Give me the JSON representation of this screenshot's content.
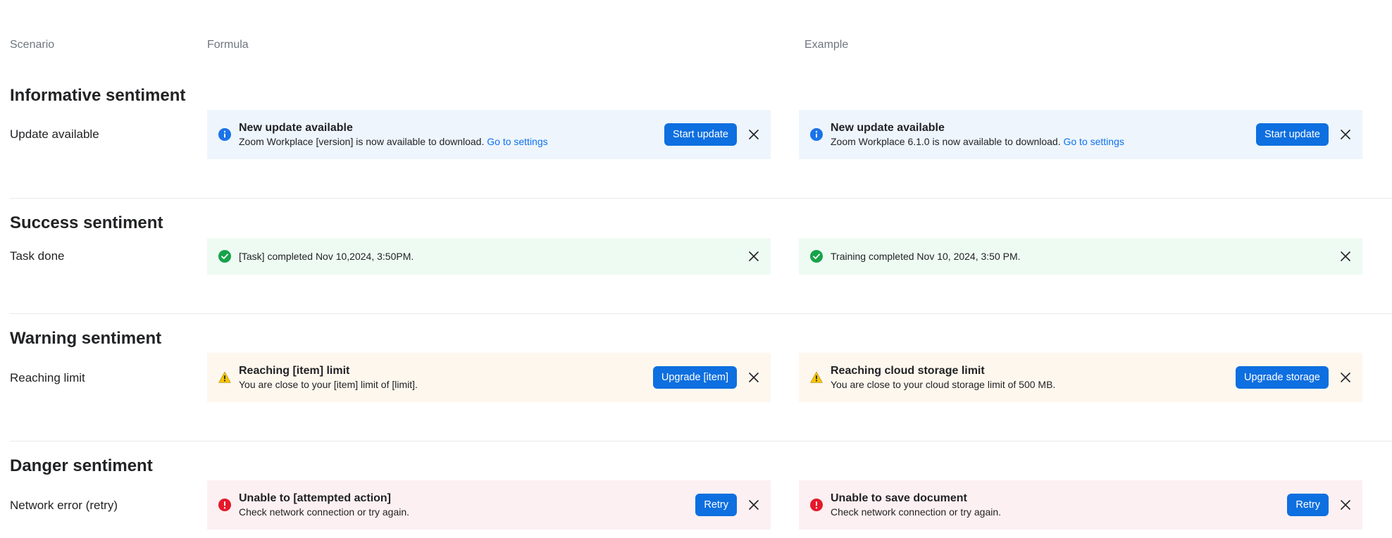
{
  "columns": {
    "scenario": "Scenario",
    "formula": "Formula",
    "example": "Example"
  },
  "colors": {
    "accent": "#0e6fe0",
    "info_icon": "#1a73e8",
    "success_icon": "#17a34a",
    "warning_icon": "#f5c400",
    "danger_icon": "#e5192b",
    "info_bg": "#eef5fd",
    "success_bg": "#eefbf3",
    "warning_bg": "#fef7ee",
    "danger_bg": "#fdf0f2"
  },
  "sections": [
    {
      "title": "Informative sentiment",
      "scenario": "Update available",
      "icon": "info-icon",
      "formula": {
        "title": "New update available",
        "message": "Zoom Workplace [version] is now available to download.",
        "link": "Go to settings",
        "button": "Start update"
      },
      "example": {
        "title": "New update available",
        "message": "Zoom Workplace 6.1.0 is now available to download.",
        "link": "Go to settings",
        "button": "Start update"
      }
    },
    {
      "title": "Success sentiment",
      "scenario": "Task done",
      "icon": "check-circle-icon",
      "formula": {
        "message": "[Task] completed Nov 10,2024, 3:50PM."
      },
      "example": {
        "message": "Training completed Nov 10, 2024, 3:50 PM."
      }
    },
    {
      "title": "Warning sentiment",
      "scenario": "Reaching limit",
      "icon": "warning-triangle-icon",
      "formula": {
        "title": "Reaching [item] limit",
        "message": "You are close to your [item] limit of [limit].",
        "button": "Upgrade [item]"
      },
      "example": {
        "title": "Reaching cloud storage limit",
        "message": "You are close to your cloud storage limit of 500 MB.",
        "button": "Upgrade storage"
      }
    },
    {
      "title": "Danger sentiment",
      "scenario": "Network error (retry)",
      "icon": "error-circle-icon",
      "formula": {
        "title": "Unable to [attempted action]",
        "message": "Check network connection or try again.",
        "button": "Retry"
      },
      "example": {
        "title": "Unable to save document",
        "message": "Check network connection or try again.",
        "button": "Retry"
      }
    }
  ]
}
